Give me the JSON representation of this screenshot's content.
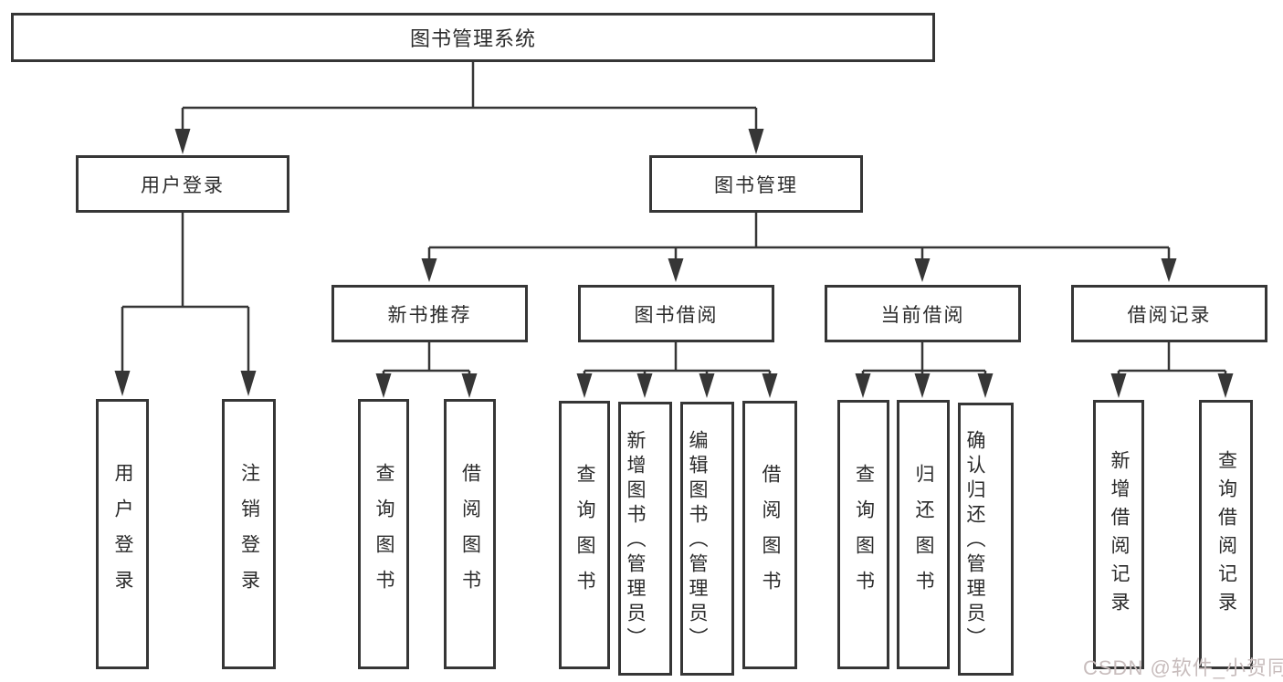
{
  "diagram": {
    "root": {
      "label": "图书管理系统"
    },
    "level1": {
      "user_login": {
        "label": "用户登录"
      },
      "book_management": {
        "label": "图书管理"
      }
    },
    "level2": {
      "new_book_recommend": {
        "label": "新书推荐"
      },
      "book_borrowing": {
        "label": "图书借阅"
      },
      "current_borrowing": {
        "label": "当前借阅"
      },
      "borrowing_records": {
        "label": "借阅记录"
      }
    },
    "leaves": {
      "user_login_action": {
        "label": "用户登录"
      },
      "logout_action": {
        "label": "注销登录"
      },
      "nb_query_books": {
        "label": "查询图书"
      },
      "nb_borrow_books": {
        "label": "借阅图书"
      },
      "bb_query_books": {
        "label": "查询图书"
      },
      "bb_add_books_admin": {
        "label": "新增图书（管理员）"
      },
      "bb_edit_books_admin": {
        "label": "编辑图书（管理员）"
      },
      "bb_borrow_books": {
        "label": "借阅图书"
      },
      "cb_query_books": {
        "label": "查询图书"
      },
      "cb_return_books": {
        "label": "归还图书"
      },
      "cb_confirm_return_admin": {
        "label": "确认归还（管理员）"
      },
      "br_add_record": {
        "label": "新增借阅记录"
      },
      "br_query_record": {
        "label": "查询借阅记录"
      }
    }
  },
  "watermark": {
    "text": "CSDN @软件_小贺同学"
  },
  "colors": {
    "line": "#363636",
    "text": "#2b2b2b",
    "watermark": "#c8bdbd",
    "background": "#ffffff"
  }
}
